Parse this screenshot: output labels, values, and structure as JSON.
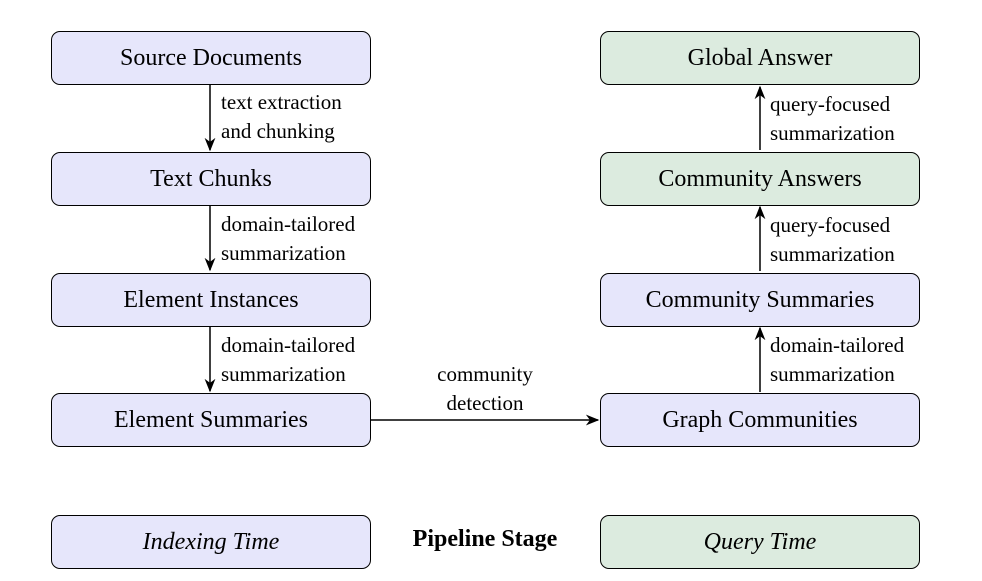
{
  "indexing": {
    "source_documents": "Source Documents",
    "text_chunks": "Text Chunks",
    "element_instances": "Element Instances",
    "element_summaries": "Element Summaries"
  },
  "query": {
    "graph_communities": "Graph Communities",
    "community_summaries": "Community Summaries",
    "community_answers": "Community Answers",
    "global_answer": "Global Answer"
  },
  "edges": {
    "e1": [
      "text extraction",
      "and chunking"
    ],
    "e2": [
      "domain-tailored",
      "summarization"
    ],
    "e3": [
      "domain-tailored",
      "summarization"
    ],
    "e4": [
      "community",
      "detection"
    ],
    "e5": [
      "domain-tailored",
      "summarization"
    ],
    "e6": [
      "query-focused",
      "summarization"
    ],
    "e7": [
      "query-focused",
      "summarization"
    ]
  },
  "legend": {
    "indexing_time": "Indexing Time",
    "pipeline_stage": "Pipeline Stage",
    "query_time": "Query Time"
  },
  "colors": {
    "indexing_fill": "#e6e6fb",
    "query_fill": "#dcebdf"
  }
}
